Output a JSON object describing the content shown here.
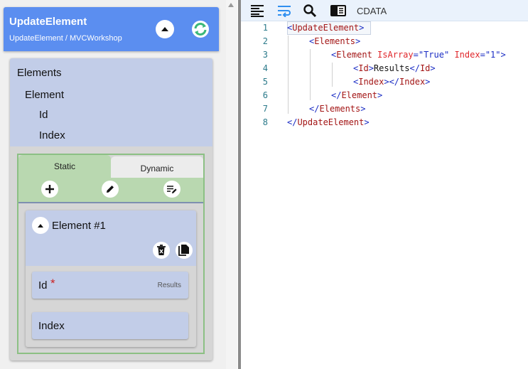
{
  "header": {
    "title": "UpdateElement",
    "subtitle": "UpdateElement / MVCWorkshop"
  },
  "tree": {
    "items": [
      "Elements",
      "Element",
      "Id",
      "Index"
    ]
  },
  "tabs": {
    "static_label": "Static",
    "dynamic_label": "Dynamic"
  },
  "element": {
    "title": "Element #1"
  },
  "fields": [
    {
      "label": "Id",
      "required_mark": "*",
      "value": "Results"
    },
    {
      "label": "Index",
      "value": ""
    }
  ],
  "editor": {
    "cdata_label": "CDATA",
    "line_numbers": [
      "1",
      "2",
      "3",
      "4",
      "5",
      "6",
      "7",
      "8"
    ]
  },
  "code": {
    "l1_tag": "UpdateElement",
    "l2_tag": "Elements",
    "l3_tag": "Element",
    "l3_attr1": "IsArray",
    "l3_val1": "\"True\"",
    "l3_attr2": "Index",
    "l3_val2": "\"1\"",
    "l4_tag": "Id",
    "l4_text": "Results",
    "l5_tag": "Index",
    "l6_tag": "Element",
    "l7_tag": "Elements",
    "l8_tag": "UpdateElement"
  },
  "icons": {
    "collapse": "chevron-up-icon",
    "refresh": "refresh-icon",
    "add": "plus-icon",
    "edit": "pencil-icon",
    "edit_list": "edit-list-icon",
    "delete": "trash-icon",
    "copy": "copy-icon",
    "align": "align-left-icon",
    "wrap": "word-wrap-icon",
    "search": "search-icon",
    "panel": "panel-icon"
  },
  "colors": {
    "header_bg": "#5b8ef0",
    "tree_bg": "#c2cde8",
    "tab_green": "#b9d8b0",
    "inner_border": "#8cc084",
    "wrap_icon": "#2f8ff0"
  }
}
